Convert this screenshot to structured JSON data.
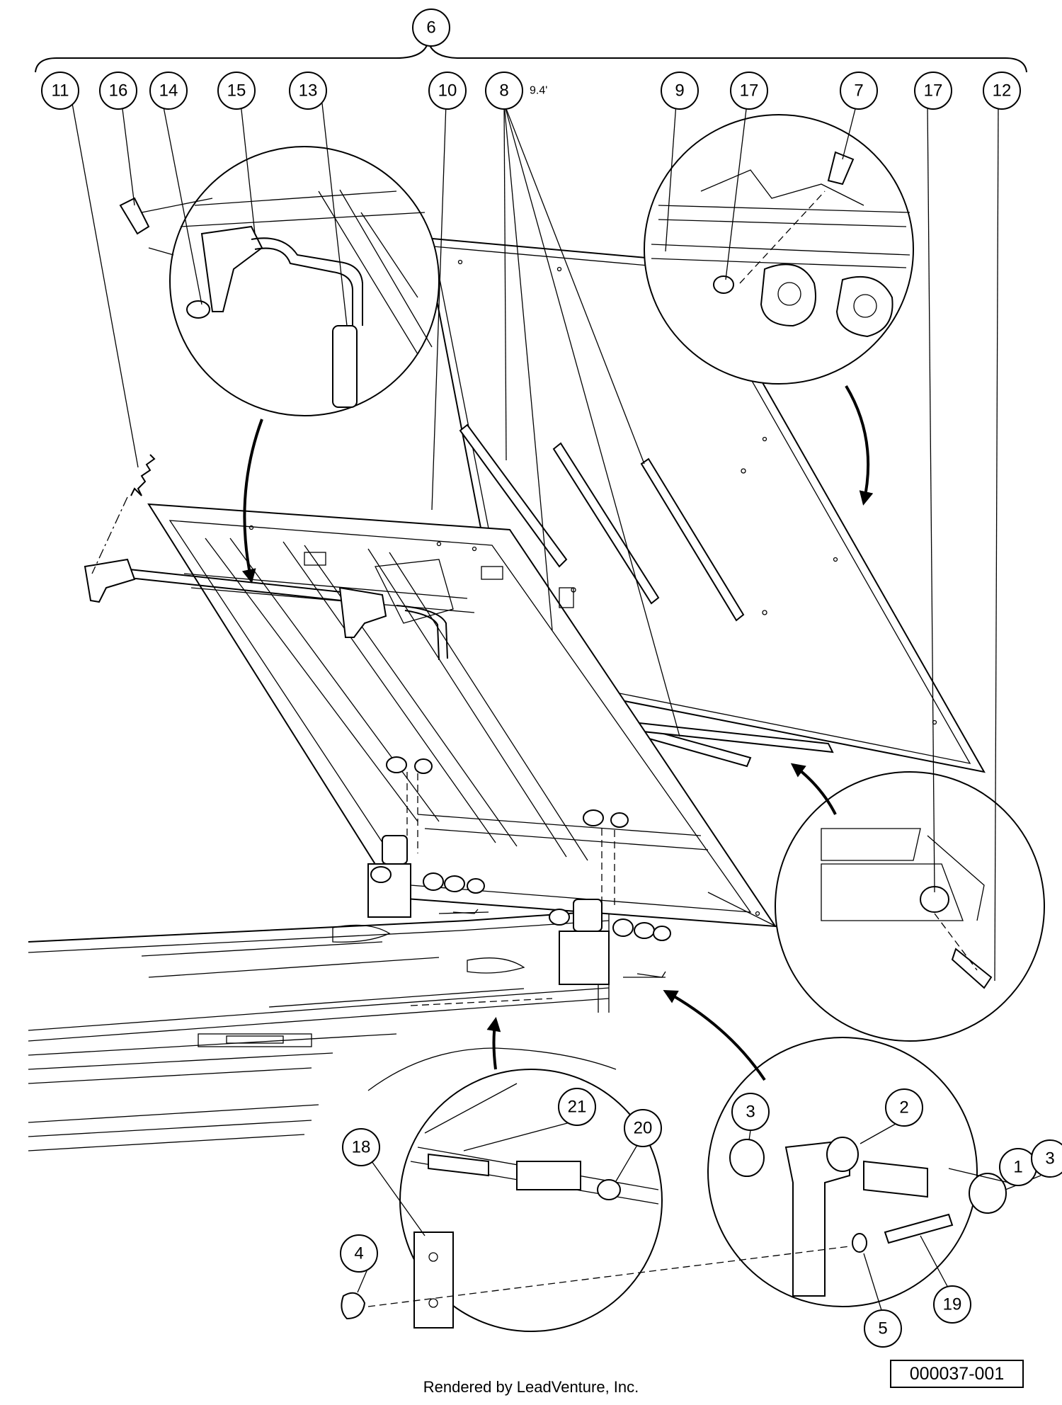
{
  "callouts": {
    "c1": "1",
    "c2": "2",
    "c3a": "3",
    "c3b": "3",
    "c4": "4",
    "c5": "5",
    "c6": "6",
    "c7": "7",
    "c8": "8",
    "c9": "9",
    "c10": "10",
    "c11": "11",
    "c12": "12",
    "c13": "13",
    "c14": "14",
    "c15": "15",
    "c16": "16",
    "c17a": "17",
    "c17b": "17",
    "c18": "18",
    "c19": "19",
    "c20": "20",
    "c21": "21"
  },
  "note_8": "9.4'",
  "drawing_number": "000037-001",
  "footer": "Rendered by LeadVenture, Inc."
}
